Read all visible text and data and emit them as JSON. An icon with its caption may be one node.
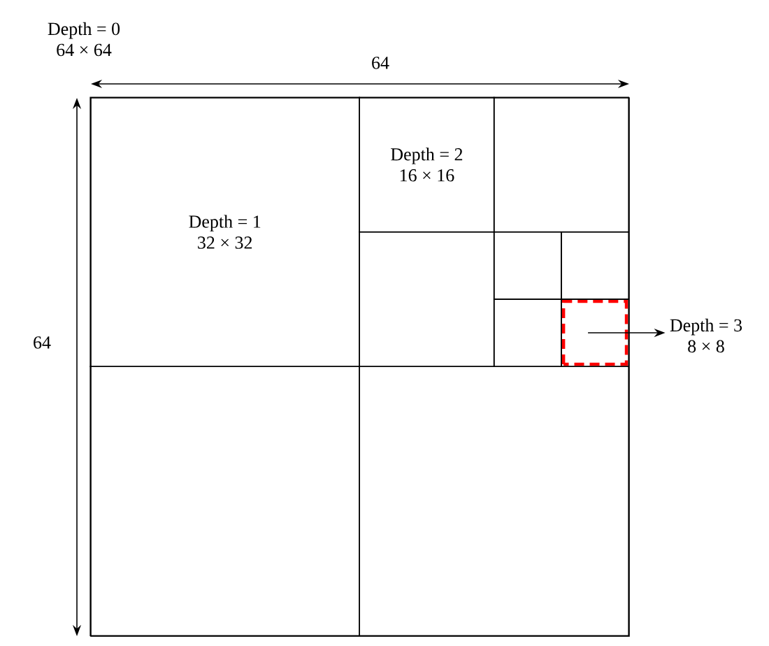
{
  "diagram": {
    "nodes": [
      {
        "text": [
          "Depth = 0 64 × 64"
        ]
      },
      {
        "text": [
          "Depth = 1 32 × 32"
        ],
        "in": 0
      },
      {
        "text": [
          "Depth = 2 16 × 16"
        ],
        "in": 0
      },
      {
        "text": [],
        "shape": "box",
        "in": 0
      },
      {
        "text": [],
        "shape": "box",
        "in": 0
      },
      {
        "text": [],
        "shape": "box",
        "in": 0
      },
      {
        "text": [],
        "shape": "box",
        "in": 0
      },
      {
        "text": [],
        "shape": "box",
        "in": 0
      },
      {
        "text": [],
        "shape": "box",
        "in": 0
      },
      {
        "text": [],
        "shape": "box",
        "in": 0
      },
      {
        "text": [],
        "shape": "box",
        "in": 0
      },
      {
        "text": [
          "Depth = 3 8 × 8"
        ]
      }
    ],
    "edges": [
      {
        "from": 8,
        "to": 11,
        "arrow": "to"
      }
    ],
    "labels": [
      "64",
      "64"
    ]
  }
}
